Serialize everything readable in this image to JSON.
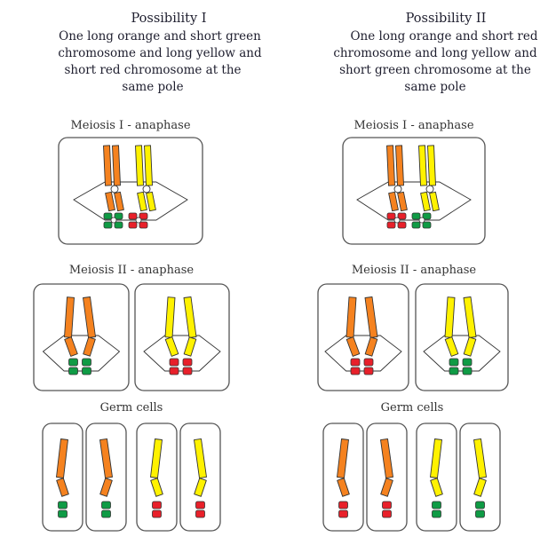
{
  "colors": {
    "orange": "#f5821f",
    "yellow": "#fff200",
    "green": "#0f9b45",
    "red": "#e8202a",
    "outline": "#333333",
    "box": "#555555"
  },
  "possibilities": [
    {
      "title": "Possibility I",
      "description_lines": [
        "One long orange and short green",
        "chromosome and long yellow and",
        "short red chromosome at the",
        "same pole"
      ],
      "meiosis1_label": "Meiosis I - anaphase",
      "meiosis2_label": "Meiosis II - anaphase",
      "germ_label": "Germ cells",
      "meiosis1_short_arms": [
        "green",
        "green",
        "red",
        "red"
      ],
      "meiosis2_cells": [
        {
          "long": "orange",
          "short": "green"
        },
        {
          "long": "yellow",
          "short": "red"
        }
      ],
      "germ_cells": [
        {
          "long": "orange",
          "short": "green",
          "lean": "left"
        },
        {
          "long": "orange",
          "short": "green",
          "lean": "right"
        },
        {
          "long": "yellow",
          "short": "red",
          "lean": "left"
        },
        {
          "long": "yellow",
          "short": "red",
          "lean": "right"
        }
      ]
    },
    {
      "title": "Possibility II",
      "description_lines": [
        "One long orange and short red",
        "chromosome and long yellow and",
        "short green chromosome at the",
        "same pole"
      ],
      "meiosis1_label": "Meiosis I - anaphase",
      "meiosis2_label": "Meiosis II - anaphase",
      "germ_label": "Germ cells",
      "meiosis1_short_arms": [
        "red",
        "red",
        "green",
        "green"
      ],
      "meiosis2_cells": [
        {
          "long": "orange",
          "short": "red"
        },
        {
          "long": "yellow",
          "short": "green"
        }
      ],
      "germ_cells": [
        {
          "long": "orange",
          "short": "red",
          "lean": "left"
        },
        {
          "long": "orange",
          "short": "red",
          "lean": "right"
        },
        {
          "long": "yellow",
          "short": "green",
          "lean": "left"
        },
        {
          "long": "yellow",
          "short": "green",
          "lean": "right"
        }
      ]
    }
  ]
}
